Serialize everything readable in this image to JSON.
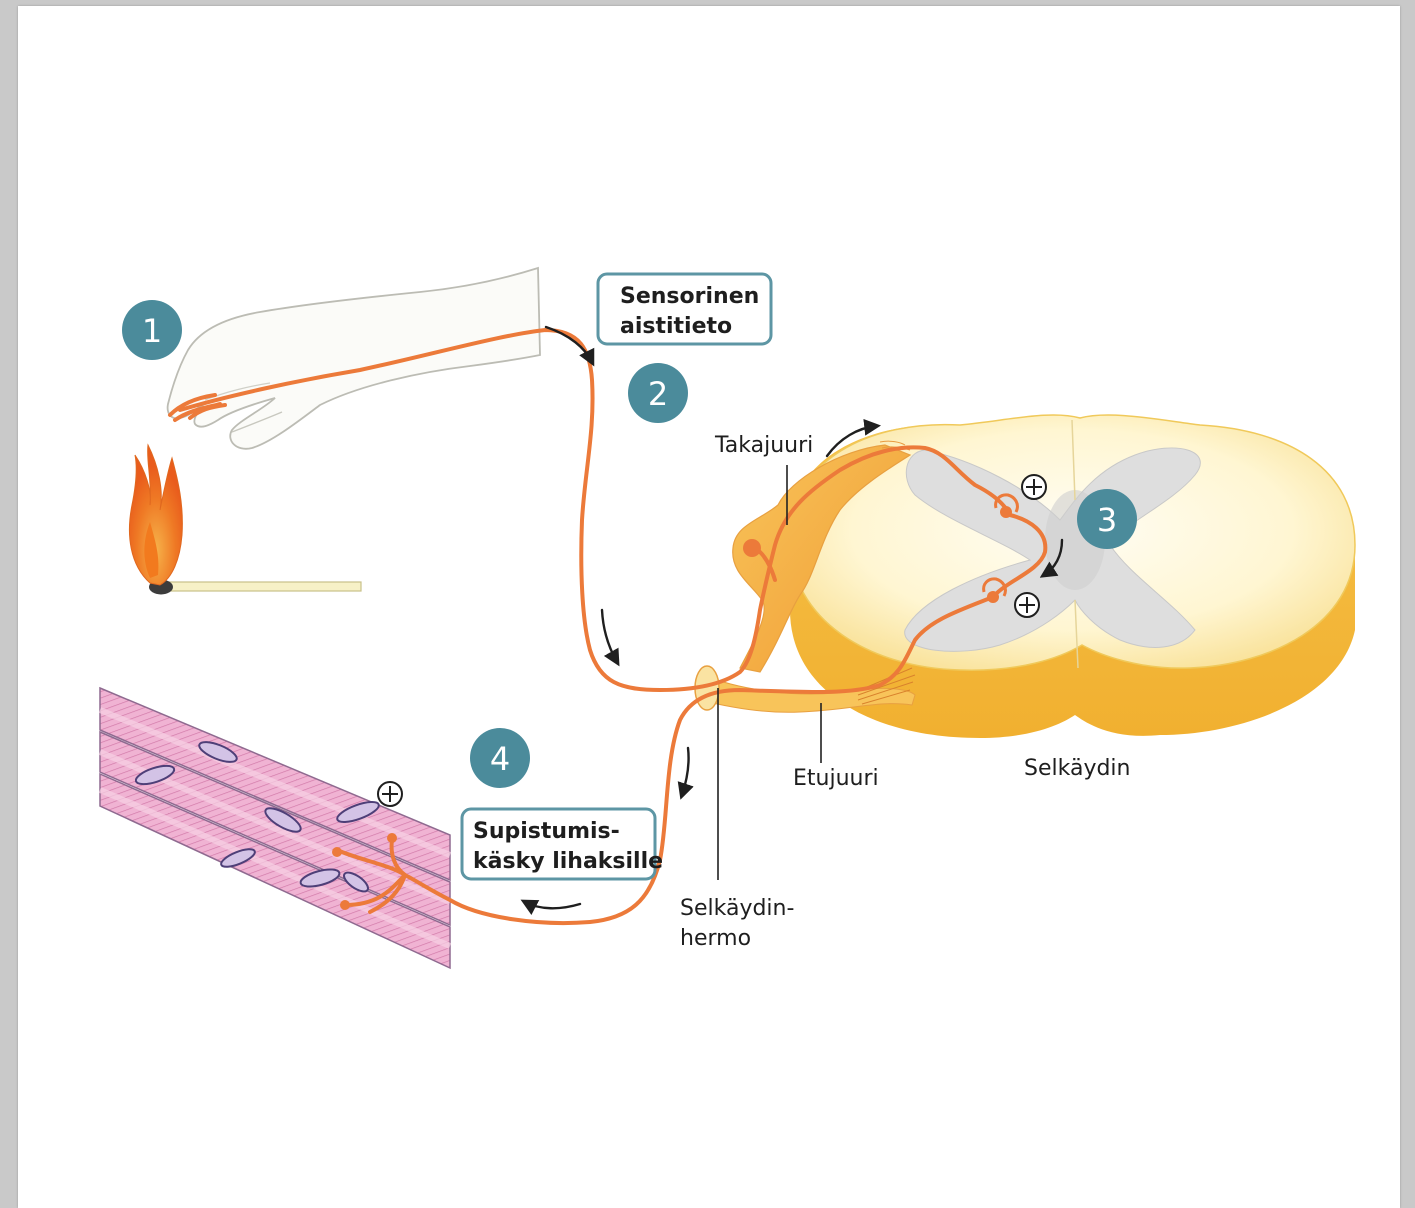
{
  "steps": [
    "1",
    "2",
    "3",
    "4"
  ],
  "callouts": {
    "sensory": {
      "line1": "Sensorinen",
      "line2": "aistitieto"
    },
    "motor": {
      "line1": "Supistumis-",
      "line2": "käsky lihaksille"
    }
  },
  "labels": {
    "dorsal_root": "Takajuuri",
    "ventral_root": "Etujuuri",
    "spinal_cord": "Selkäydin",
    "spinal_nerve_line1": "Selkäydin-",
    "spinal_nerve_line2": "hermo"
  },
  "symbols": {
    "excitatory": "+"
  },
  "colors": {
    "nerve": "#ec7a3a",
    "step_circle": "#4b8b9b",
    "callout_border": "#5d96a4",
    "muscle": "#e9a2c6",
    "spinal_cord_white_matter": "#fbe9a8",
    "spinal_cord_grey_matter": "#dcdcdc",
    "spinal_cord_side": "#f2bb3a",
    "flame": "#f08a2c"
  },
  "icons": [
    "hand",
    "lit-match",
    "muscle-fibers",
    "spinal-cord-cross-section",
    "dorsal-root-ganglion",
    "plus-symbol",
    "curved-arrow"
  ]
}
